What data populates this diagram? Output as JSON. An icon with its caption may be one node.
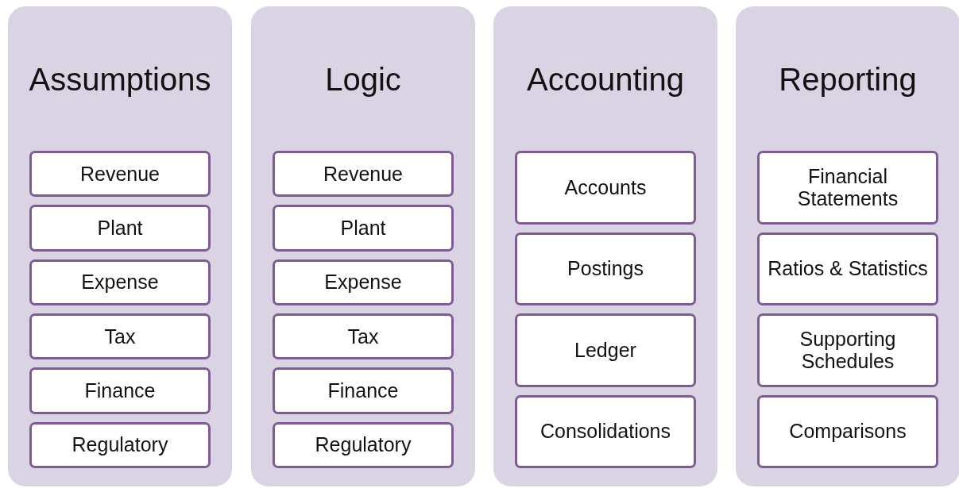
{
  "diagram": {
    "nodes": [
      {
        "text": [
          "Assumptions"
        ]
      },
      {
        "text": [
          "Revenue"
        ],
        "in": 0
      },
      {
        "text": [
          "Plant"
        ],
        "in": 0
      },
      {
        "text": [
          "Expense"
        ],
        "in": 0
      },
      {
        "text": [
          "Tax"
        ],
        "in": 0
      },
      {
        "text": [
          "Finance"
        ],
        "in": 0
      },
      {
        "text": [
          "Regulatory"
        ],
        "in": 0
      },
      {
        "text": [
          "Logic"
        ]
      },
      {
        "text": [
          "Revenue"
        ],
        "in": 7
      },
      {
        "text": [
          "Plant"
        ],
        "in": 7
      },
      {
        "text": [
          "Expense"
        ],
        "in": 7
      },
      {
        "text": [
          "Tax"
        ],
        "in": 7
      },
      {
        "text": [
          "Finance"
        ],
        "in": 7
      },
      {
        "text": [
          "Regulatory"
        ],
        "in": 7
      },
      {
        "text": [
          "Accounting"
        ]
      },
      {
        "text": [
          "Accounts"
        ],
        "in": 14
      },
      {
        "text": [
          "Postings"
        ],
        "in": 14
      },
      {
        "text": [
          "Ledger"
        ],
        "in": 14
      },
      {
        "text": [
          "Consolidations"
        ],
        "in": 14
      },
      {
        "text": [
          "Reporting"
        ]
      },
      {
        "text": [
          "Financial Statements"
        ],
        "in": 19
      },
      {
        "text": [
          "Ratios & Statistics"
        ],
        "in": 19
      },
      {
        "text": [
          "Supporting Schedules"
        ],
        "in": 19
      },
      {
        "text": [
          "Comparisons"
        ],
        "in": 19
      }
    ]
  }
}
